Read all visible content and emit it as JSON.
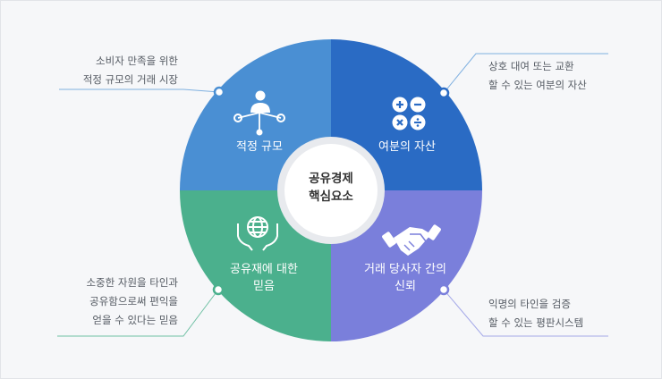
{
  "center": {
    "line1": "공유경제",
    "line2": "핵심요소"
  },
  "quadrants": {
    "top_left": {
      "label_line1": "적정 규모",
      "color": "#4a8fd3"
    },
    "top_right": {
      "label_line1": "여분의 자산",
      "color": "#2a6bc4"
    },
    "bottom_left": {
      "label_line1": "공유재에 대한",
      "label_line2": "믿음",
      "color": "#4bb08d"
    },
    "bottom_right": {
      "label_line1": "거래 당사자 간의",
      "label_line2": "신뢰",
      "color": "#7a7fdb"
    }
  },
  "annotations": {
    "top_left": {
      "line1": "소비자 만족을 위한",
      "line2": "적정 규모의 거래 시장"
    },
    "top_right": {
      "line1": "상호 대여 또는 교환",
      "line2": "할 수 있는 여분의 자산"
    },
    "bottom_left": {
      "line1": "소중한 자원을 타인과",
      "line2": "공유함으로써 편익을",
      "line3": "얻을 수 있다는 믿음"
    },
    "bottom_right": {
      "line1": "익명의 타인을 검증",
      "line2": "할 수 있는 평판시스템"
    }
  },
  "icons": {
    "top_left": "network-person-icon",
    "top_right": "math-operators-icon",
    "bottom_left": "hands-globe-icon",
    "bottom_right": "handshake-icon"
  }
}
